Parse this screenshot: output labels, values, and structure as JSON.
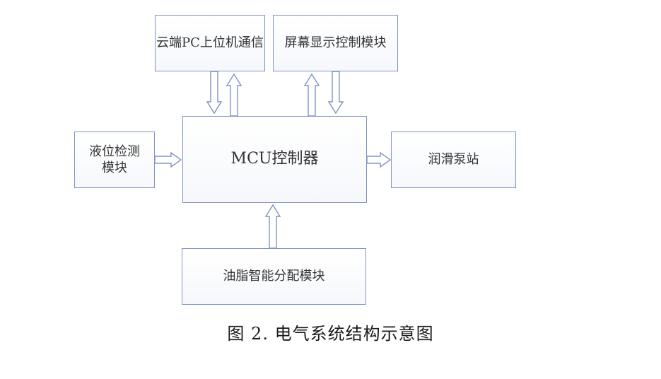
{
  "diagram": {
    "nodes": {
      "cloud_pc": "云端PC上位机通信",
      "screen_module": "屏幕显示控制模块",
      "mcu": "MCU控制器",
      "level_detect_line1": "液位检测",
      "level_detect_line2": "模块",
      "lube_pump": "润滑泵站",
      "grease_module": "油脂智能分配模块"
    },
    "edges": [
      {
        "from": "cloud_pc",
        "to": "mcu"
      },
      {
        "from": "mcu",
        "to": "cloud_pc"
      },
      {
        "from": "mcu",
        "to": "screen_module"
      },
      {
        "from": "screen_module",
        "to": "mcu"
      },
      {
        "from": "level_detect",
        "to": "mcu"
      },
      {
        "from": "mcu",
        "to": "lube_pump"
      },
      {
        "from": "grease_module",
        "to": "mcu"
      }
    ],
    "colors": {
      "border": "#7f93c7",
      "arrow": "#7f93c7"
    }
  },
  "caption": "图 2.  电气系统结构示意图"
}
